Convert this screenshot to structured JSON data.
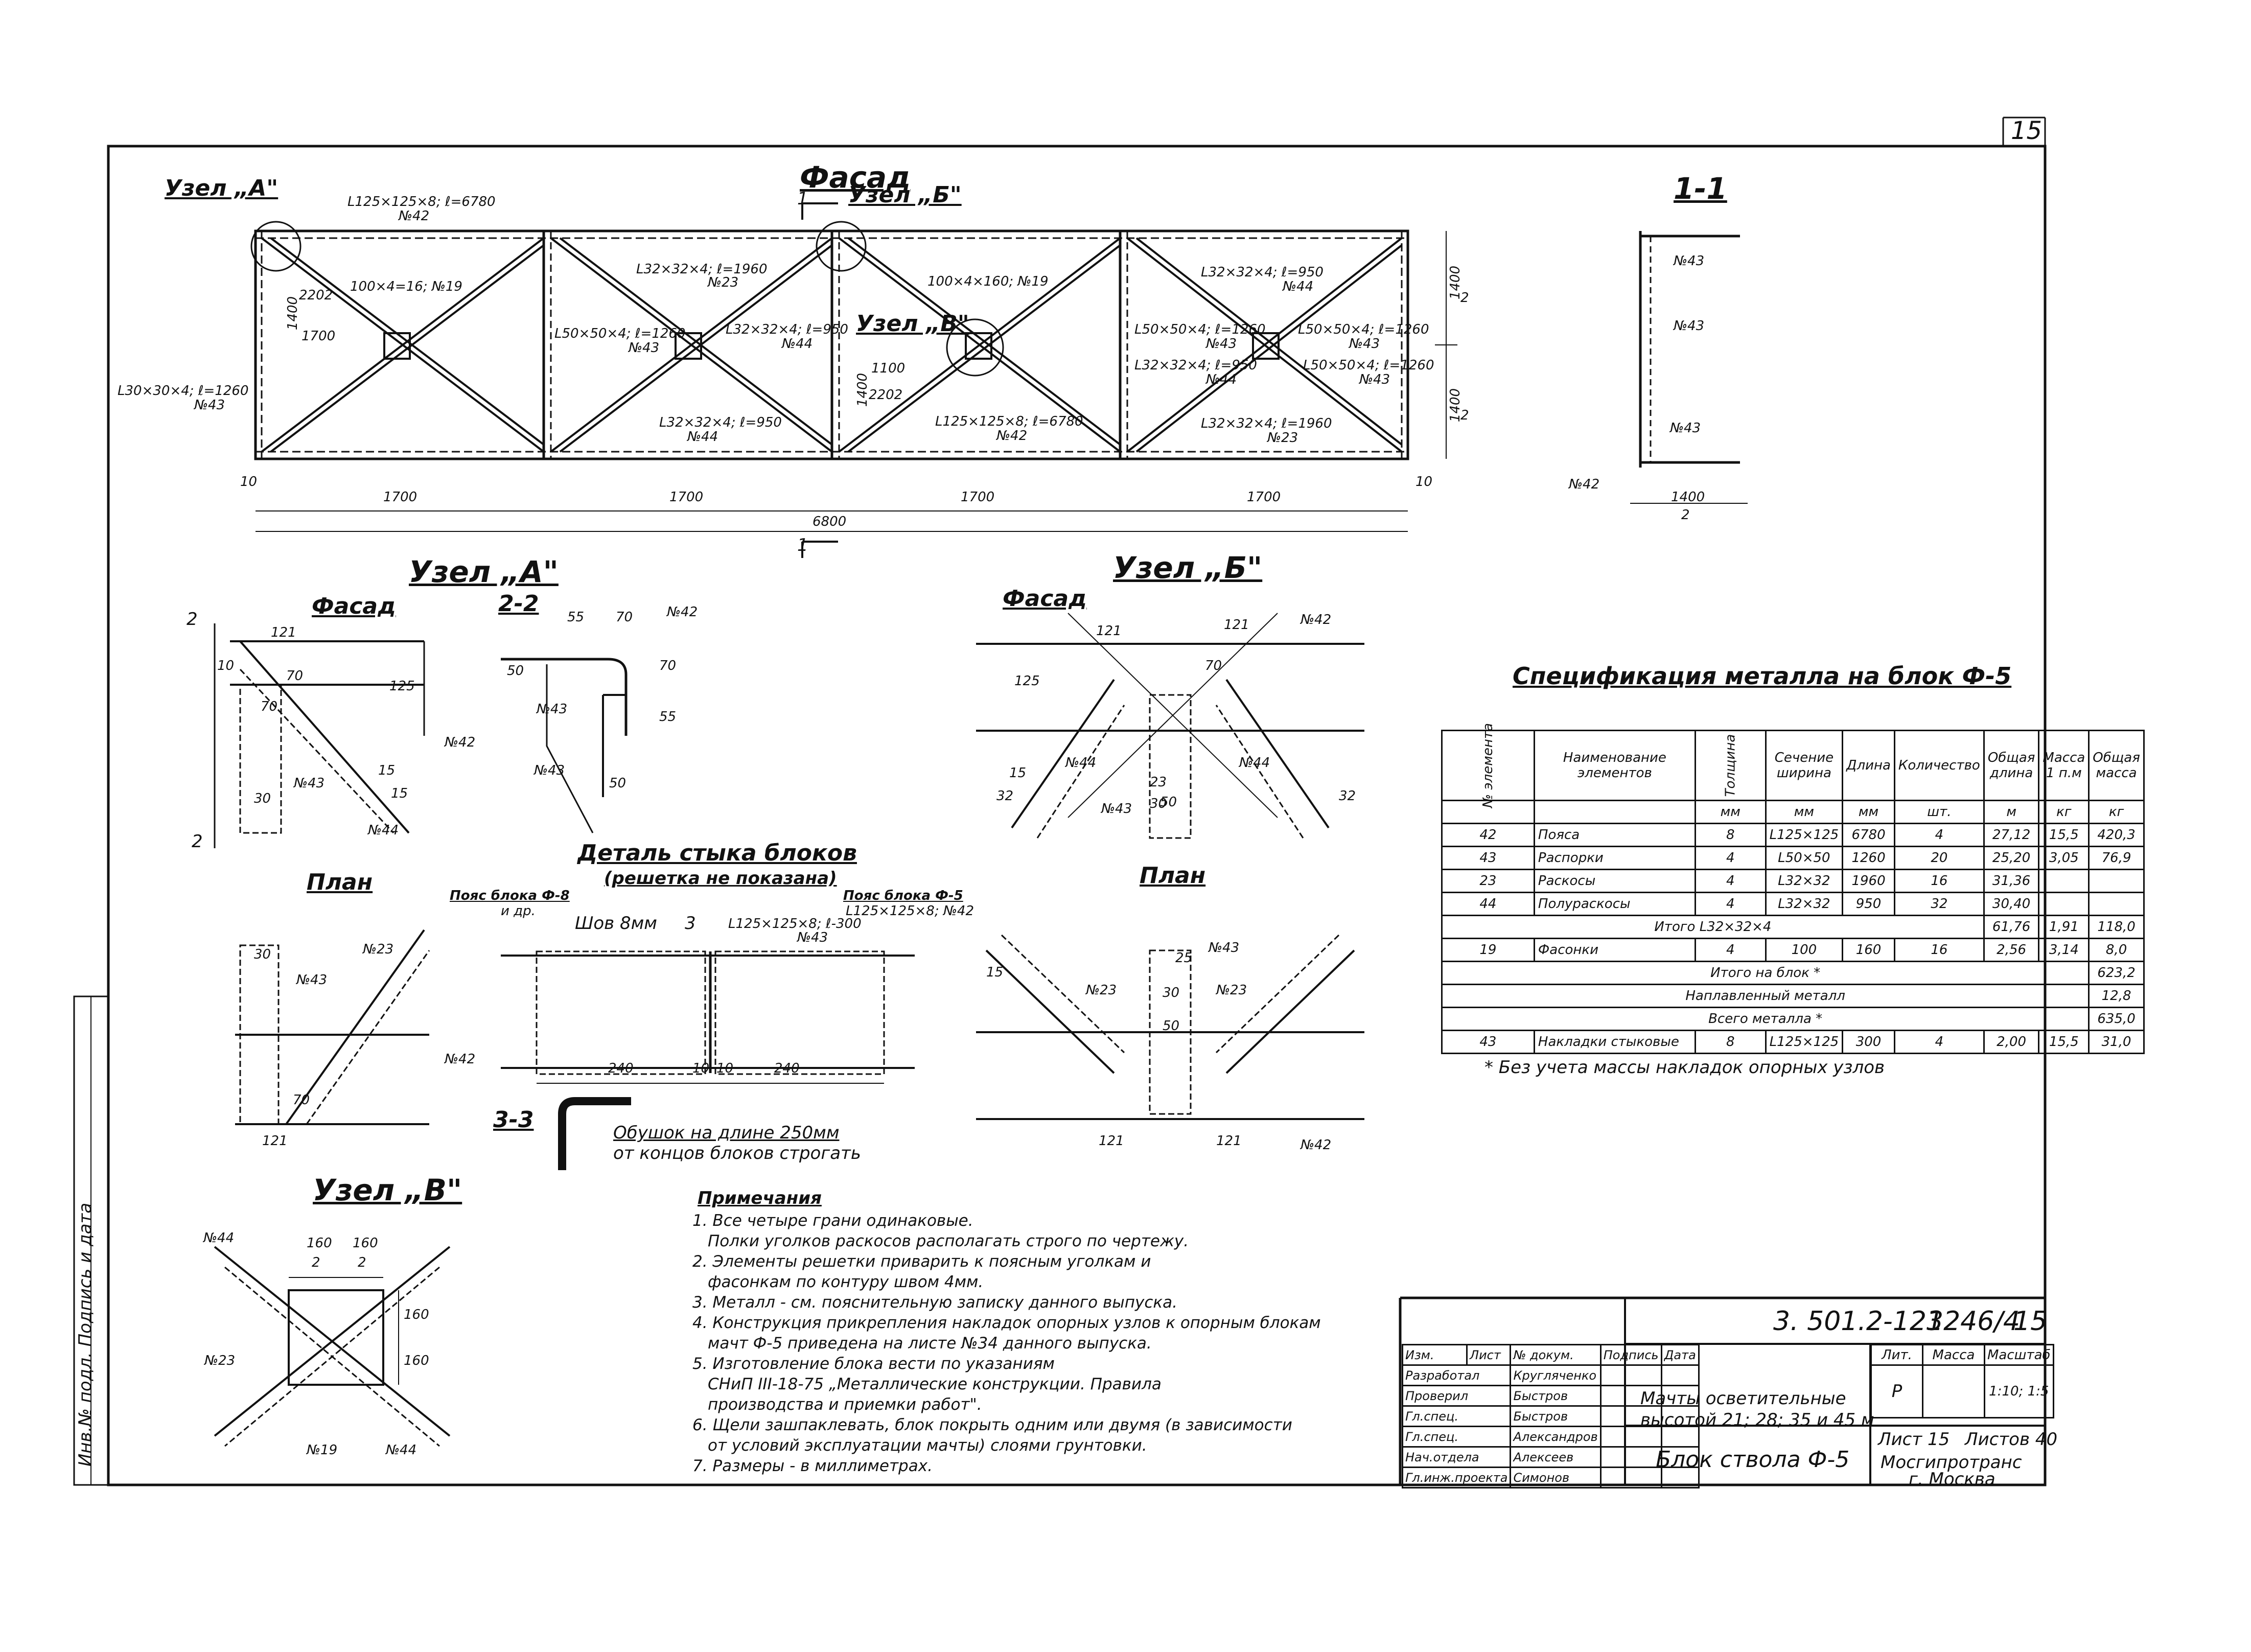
{
  "sheet_number": "15",
  "facade": {
    "title": "Фасад",
    "node_labels": [
      "Узел „А\"",
      "Узел „Б\"",
      "Узел „В\""
    ],
    "section_mark": "1",
    "callouts": [
      "L125×125×8; ℓ=6780",
      "№42",
      "100×4=16; №19",
      "L32×32×4; ℓ=1960",
      "№23",
      "L50×50×4; ℓ=1260",
      "№43",
      "L32×32×4; ℓ=950",
      "№44",
      "100×4×160; №19",
      "L125×125×8; ℓ=6780",
      "№42",
      "L32×32×4; ℓ=950",
      "№44",
      "L50×50×4; ℓ=1260",
      "№43",
      "L50×50×4; ℓ=1260",
      "№43",
      "L32×32×4; ℓ=950",
      "№44",
      "L32×32×4; ℓ=1960",
      "№23",
      "L30×30×4; ℓ=1260",
      "№43",
      "L32×32×4; ℓ=950",
      "№44",
      "L50×50×4; ℓ=1260",
      "№43"
    ],
    "dims": [
      "1700",
      "1700",
      "1700",
      "1700",
      "6800",
      "10",
      "10",
      "1400",
      "1400",
      "2",
      "2",
      "2202",
      "1700",
      "1400",
      "1100",
      "2202",
      "1400"
    ]
  },
  "section_1_1": {
    "title": "1-1",
    "labels": [
      "№43",
      "№43",
      "№43",
      "№42"
    ],
    "dim": "1400",
    "dim2": "2"
  },
  "node_a": {
    "title": "Узел „А\"",
    "facade_title": "Фасад",
    "plan_title": "План",
    "marks": [
      "№42",
      "№43",
      "№44",
      "№23",
      "№43",
      "№42"
    ],
    "dims": [
      "121",
      "10",
      "70",
      "125",
      "70",
      "15",
      "15",
      "30",
      "30",
      "70",
      "121"
    ],
    "section_marks": [
      "2",
      "2"
    ]
  },
  "section_2_2": {
    "title": "2-2",
    "marks": [
      "№42",
      "№43",
      "№43"
    ],
    "dims": [
      "55",
      "70",
      "70",
      "55",
      "50",
      "50"
    ]
  },
  "joint_detail": {
    "title": "Деталь стыка блоков",
    "subtitle": "(решетка не показана)",
    "labels": [
      "Пояс блока Ф-8",
      "и др.",
      "Шов 8мм",
      "3",
      "L125×125×8; ℓ-300",
      "№43",
      "Пояс блока Ф-5",
      "L125×125×8; №42"
    ],
    "dims": [
      "240",
      "10",
      "10",
      "240"
    ]
  },
  "section_3_3": {
    "title": "3-3",
    "note": [
      "Обушок на длине 250мм",
      "от концов блоков строгать"
    ]
  },
  "node_b": {
    "title": "Узел „Б\"",
    "facade_title": "Фасад",
    "plan_title": "План",
    "marks": [
      "№42",
      "№44",
      "№44",
      "№43",
      "№43",
      "№23",
      "№23",
      "№42"
    ],
    "dims": [
      "121",
      "121",
      "70",
      "125",
      "50",
      "50",
      "23",
      "25",
      "30",
      "30",
      "15",
      "15",
      "32",
      "32",
      "121",
      "121"
    ]
  },
  "node_v": {
    "title": "Узел „В\"",
    "marks": [
      "№44",
      "№23",
      "№19",
      "№44"
    ],
    "dims": [
      "160",
      "160",
      "2",
      "2",
      "160",
      "160"
    ]
  },
  "spec": {
    "title": "Спецификация металла на блок Ф-5",
    "headers": [
      "№ элемента",
      "Наименование элементов",
      "Толщина",
      "Сечение ширина",
      "Длина",
      "Количество",
      "Общая длина",
      "Масса 1 п.м",
      "Общая масса"
    ],
    "units": [
      "",
      "",
      "мм",
      "мм",
      "мм",
      "шт.",
      "м",
      "кг",
      "кг"
    ],
    "rows": [
      [
        "42",
        "Пояса",
        "8",
        "L125×125",
        "6780",
        "4",
        "27,12",
        "15,5",
        "420,3"
      ],
      [
        "43",
        "Распорки",
        "4",
        "L50×50",
        "1260",
        "20",
        "25,20",
        "3,05",
        "76,9"
      ],
      [
        "23",
        "Раскосы",
        "4",
        "L32×32",
        "1960",
        "16",
        "31,36",
        "",
        ""
      ],
      [
        "44",
        "Полураскосы",
        "4",
        "L32×32",
        "950",
        "32",
        "30,40",
        "",
        ""
      ]
    ],
    "subtotal_angle": {
      "label": "Итого L32×32×4",
      "length": "61,76",
      "mass1": "1,91",
      "mass": "118,0"
    },
    "row19": [
      "19",
      "Фасонки",
      "4",
      "100",
      "160",
      "16",
      "2,56",
      "3,14",
      "8,0"
    ],
    "total_block": {
      "label": "Итого на блок *",
      "mass": "623,2"
    },
    "weld_metal": {
      "label": "Наплавленный металл",
      "mass": "12,8"
    },
    "grand_total": {
      "label": "Всего металла *",
      "mass": "635,0"
    },
    "row43": [
      "43",
      "Накладки стыковые",
      "8",
      "L125×125",
      "300",
      "4",
      "2,00",
      "15,5",
      "31,0"
    ],
    "footnote": "* Без учета массы накладок опорных узлов"
  },
  "notes": {
    "title": "Примечания",
    "lines": [
      "1. Все четыре грани одинаковые.",
      "Полки уголков раскосов располагать строго по чертежу.",
      "2. Элементы решетки приварить к поясным уголкам и",
      "фасонкам по контуру швом 4мм.",
      "3. Металл - см. пояснительную записку данного выпуска.",
      "4. Конструкция прикрепления накладок опорных узлов к опорным блокам",
      "мачт Ф-5 приведена на листе №34 данного выпуска.",
      "5. Изготовление блока вести по указаниям",
      "СНиП III-18-75 „Металлические конструкции. Правила",
      "производства и приемки работ\".",
      "6. Щели зашпаклевать, блок покрыть одним или двумя (в зависимости",
      "от условий эксплуатации мачты) слоями грунтовки.",
      "7. Размеры - в миллиметрах."
    ]
  },
  "title_block": {
    "code": "3. 501.2-123",
    "drawing_no": "1246/4",
    "sheet": "15",
    "title": [
      "Мачты осветительные",
      "высотой 21; 28; 35 и 45 м"
    ],
    "object": "Блок ствола Ф-5",
    "org": [
      "Мосгипротранс",
      "г. Москва"
    ],
    "sheet_info": "Лист 15",
    "sheets_total": "Листов 40",
    "scale": "1:10; 1:5",
    "lit_label": "Лит.",
    "mass_label": "Масса",
    "scale_label": "Масштаб",
    "lit_value": "Р",
    "header_cells": [
      "Изм.",
      "Лист",
      "№ докум.",
      "Подпись",
      "Дата"
    ],
    "roles": [
      [
        "Разработал",
        "Кругляченко"
      ],
      [
        "Проверил",
        "Быстров"
      ],
      [
        "Гл.спец.",
        "Быстров"
      ],
      [
        "Гл.спец.",
        "Александров"
      ],
      [
        "Нач.отдела",
        "Алексеев"
      ],
      [
        "Гл.инж.проекта",
        "Симонов"
      ]
    ]
  },
  "side_stamp": "Инв.№ подл.  Подпись и дата"
}
